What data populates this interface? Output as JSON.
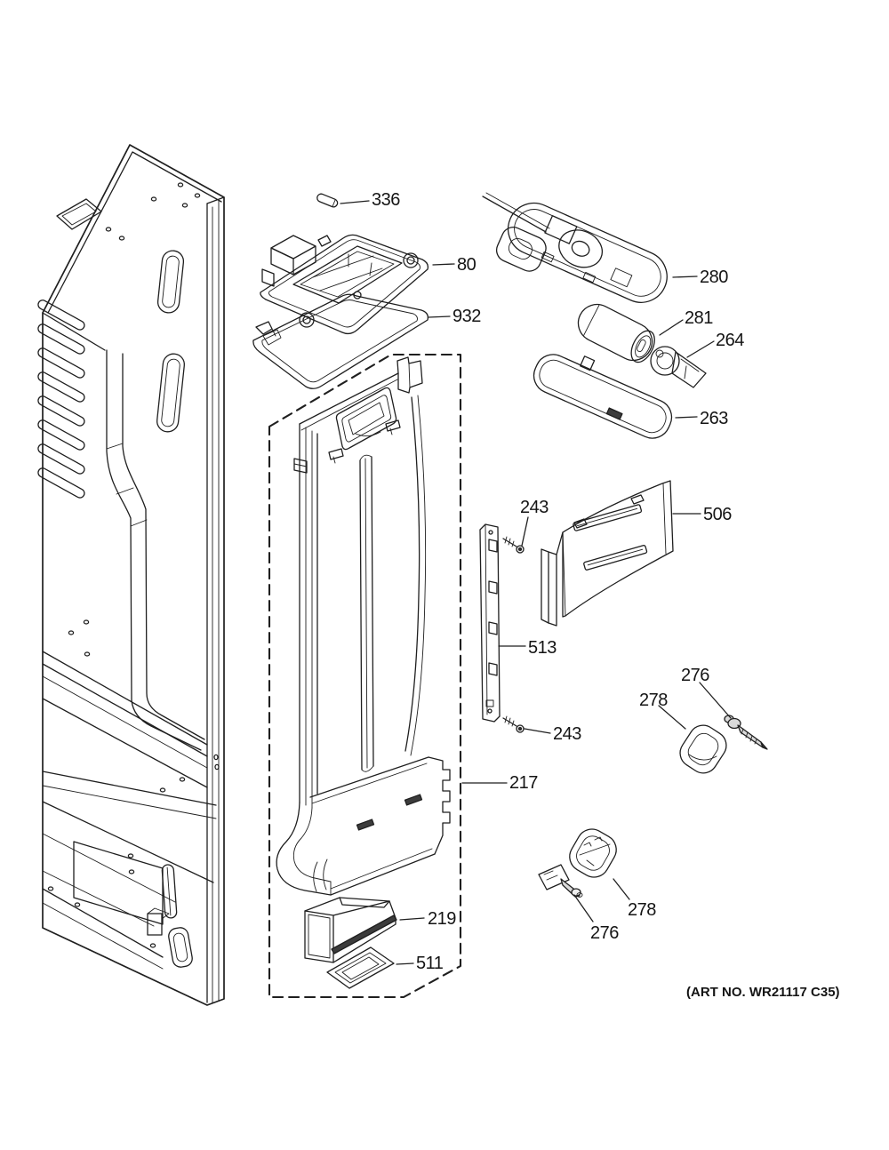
{
  "diagram": {
    "art_no": "(ART NO. WR21117 C35)",
    "callouts": [
      {
        "label": "336"
      },
      {
        "label": "80"
      },
      {
        "label": "932"
      },
      {
        "label": "280"
      },
      {
        "label": "281"
      },
      {
        "label": "264"
      },
      {
        "label": "263"
      },
      {
        "label": "243"
      },
      {
        "label": "506"
      },
      {
        "label": "513"
      },
      {
        "label": "243"
      },
      {
        "label": "217"
      },
      {
        "label": "219"
      },
      {
        "label": "511"
      },
      {
        "label": "276"
      },
      {
        "label": "278"
      },
      {
        "label": "278"
      },
      {
        "label": "276"
      }
    ]
  }
}
